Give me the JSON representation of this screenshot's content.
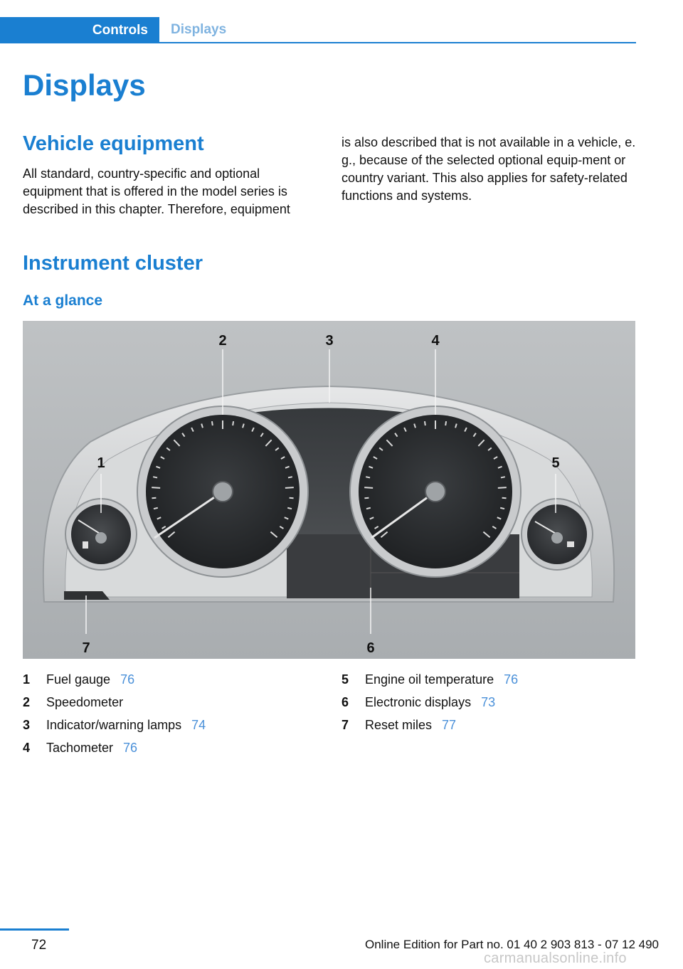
{
  "header": {
    "tab_active": "Controls",
    "tab_inactive": "Displays"
  },
  "page_title": "Displays",
  "vehicle_equipment": {
    "heading": "Vehicle equipment",
    "col1": "All standard, country-specific and optional equipment that is offered in the model series is described in this chapter. Therefore, equipment",
    "col2": "is also described that is not available in a vehicle, e. g., because of the selected optional equip-ment or country variant. This also applies for safety-related functions and systems."
  },
  "instrument_cluster": {
    "heading": "Instrument cluster",
    "subheading": "At a glance"
  },
  "figure": {
    "callouts": [
      "1",
      "2",
      "3",
      "4",
      "5",
      "6",
      "7"
    ]
  },
  "legend": {
    "left": [
      {
        "num": "1",
        "label": "Fuel gauge",
        "page": "76"
      },
      {
        "num": "2",
        "label": "Speedometer",
        "page": ""
      },
      {
        "num": "3",
        "label": "Indicator/warning lamps",
        "page": "74"
      },
      {
        "num": "4",
        "label": "Tachometer",
        "page": "76"
      }
    ],
    "right": [
      {
        "num": "5",
        "label": "Engine oil temperature",
        "page": "76"
      },
      {
        "num": "6",
        "label": "Electronic displays",
        "page": "73"
      },
      {
        "num": "7",
        "label": "Reset miles",
        "page": "77"
      }
    ]
  },
  "footer": {
    "page_number": "72",
    "edition": "Online Edition for Part no. 01 40 2 903 813 - 07 12 490",
    "watermark": "carmanualsonline.info"
  }
}
